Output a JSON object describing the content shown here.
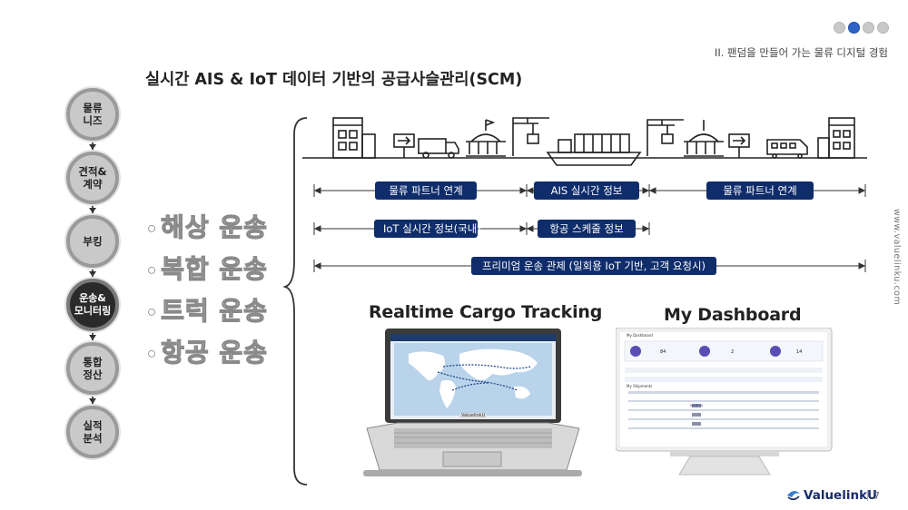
{
  "section_title": "II. 팬덤을 만들어 가는 물류 디지털 경험",
  "page_title": "실시간 AIS & IoT 데이터 기반의 공급사슬관리(SCM)",
  "vertical_url": "www.valuelinku.com",
  "process_steps": [
    {
      "label": "물류\n니즈",
      "state": "normal"
    },
    {
      "label": "견적&\n계약",
      "state": "normal"
    },
    {
      "label": "부킹",
      "state": "normal"
    },
    {
      "label": "운송&\n모니터링",
      "state": "active"
    },
    {
      "label": "통합\n정산",
      "state": "normal"
    },
    {
      "label": "실적\n분석",
      "state": "normal"
    }
  ],
  "transport_modes": [
    "해상 운송",
    "복합 운송",
    "트럭 운송",
    "항공 운송"
  ],
  "timeline": {
    "row1": [
      "물류 파트너 연계",
      "AIS 실시간 정보",
      "물류 파트너 연계"
    ],
    "row2": [
      "IoT 실시간 정보(국내)",
      "항공 스케줄 정보"
    ],
    "row3": "프리미엄 운송 관제 (일회용 IoT 기반, 고객 요청시)"
  },
  "screens": {
    "left_caption": "Realtime Cargo Tracking",
    "right_caption": "My Dashboard",
    "laptop_brand": "ValuelinkU",
    "dashboard": {
      "header": "My Dashboard",
      "section2": "My Shipments",
      "stats": [
        {
          "value": "84"
        },
        {
          "value": "2"
        },
        {
          "value": "14"
        }
      ],
      "brand_cell": "WANHAI"
    }
  },
  "footer": {
    "logo": "ValuelinkU",
    "page": "7"
  },
  "colors": {
    "tag_bg": "#0f2d6b",
    "accent": "#2d63c8",
    "logo": "#1a2c6b"
  }
}
